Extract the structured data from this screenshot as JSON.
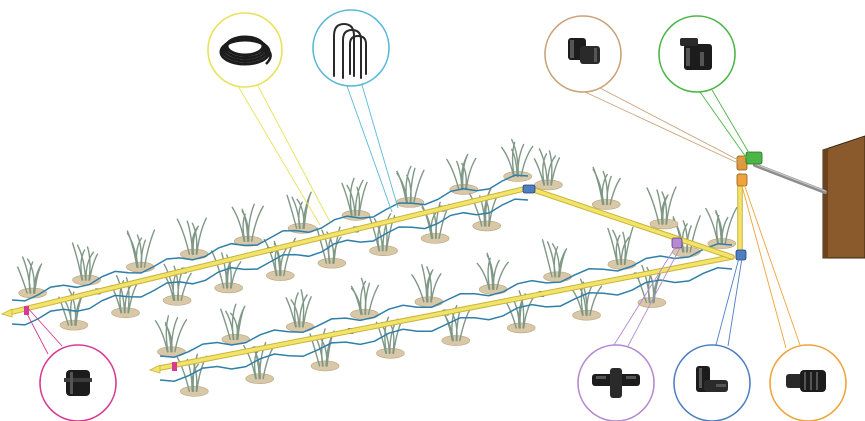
{
  "diagram": {
    "subject": "garden-drip-irrigation-layout",
    "colors": {
      "background": "#ffffff",
      "lateral_pipe": "#f2e46b",
      "lateral_pipe_edge": "#c9b43a",
      "drip_line": "#2f7fa8",
      "soil": "#d8c8a8",
      "plant": "#7f9886",
      "wall": "#8a5a2c",
      "hose": "#9a9a9a",
      "fitting_black": "#1c1c1c",
      "callout_yellow": "#e8e25a",
      "callout_cyan": "#5bb8d6",
      "callout_tan": "#c9a27a",
      "callout_green": "#4cb548",
      "callout_magenta": "#d63a93",
      "callout_violet": "#b48ad0",
      "callout_blue": "#4f7fc2",
      "callout_orange": "#f0a33c"
    },
    "components": [
      {
        "name": "black-tubing-coil-icon",
        "callout_color": "callout_yellow"
      },
      {
        "name": "stake-pins-icon",
        "callout_color": "callout_cyan"
      },
      {
        "name": "elbow-adapter-icon",
        "callout_color": "callout_tan"
      },
      {
        "name": "ball-valve-icon",
        "callout_color": "callout_green"
      },
      {
        "name": "end-cap-icon",
        "callout_color": "callout_magenta"
      },
      {
        "name": "tee-connector-icon",
        "callout_color": "callout_violet"
      },
      {
        "name": "elbow-connector-icon",
        "callout_color": "callout_blue"
      },
      {
        "name": "hose-adapter-icon",
        "callout_color": "callout_orange"
      }
    ]
  }
}
